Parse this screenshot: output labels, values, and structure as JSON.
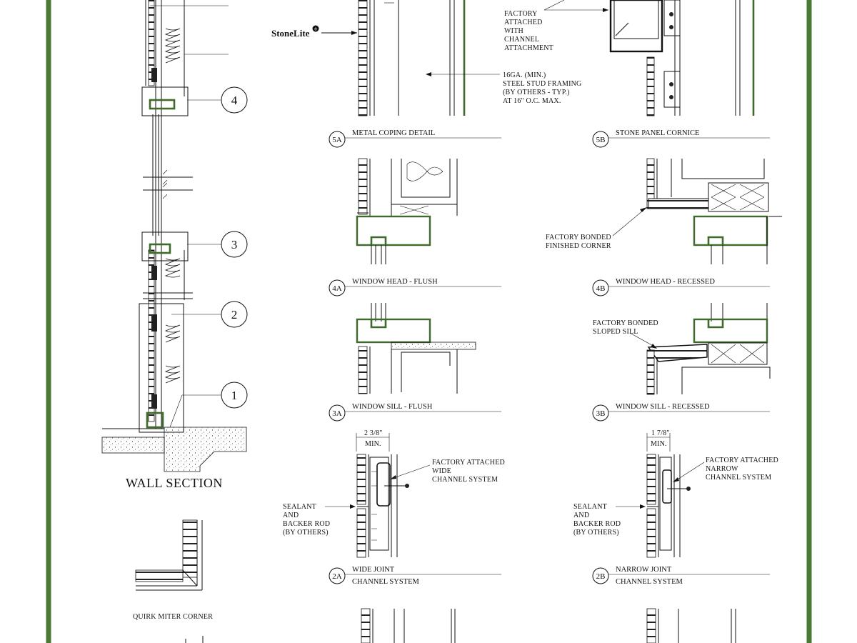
{
  "colors": {
    "frame": "#4a7a34",
    "line": "#111111",
    "panel": "#444444"
  },
  "brand": {
    "name": "StoneLite",
    "mark": "®"
  },
  "wall_section": {
    "title": "WALL SECTION",
    "callouts": [
      "4",
      "3",
      "2",
      "1"
    ]
  },
  "details": {
    "d5a": {
      "tag": "5A",
      "title": "METAL COPING DETAIL"
    },
    "d5b": {
      "tag": "5B",
      "title": "STONE PANEL CORNICE"
    },
    "d4a": {
      "tag": "4A",
      "title": "WINDOW HEAD - FLUSH"
    },
    "d4b": {
      "tag": "4B",
      "title": "WINDOW HEAD - RECESSED"
    },
    "d3a": {
      "tag": "3A",
      "title": "WINDOW SILL - FLUSH"
    },
    "d3b": {
      "tag": "3B",
      "title": "WINDOW SILL - RECESSED"
    },
    "d2a": {
      "tag": "2A",
      "title_line1": "WIDE JOINT",
      "title_line2": "CHANNEL SYSTEM"
    },
    "d2b": {
      "tag": "2B",
      "title_line1": "NARROW JOINT",
      "title_line2": "CHANNEL SYSTEM"
    },
    "quirk": {
      "title": "QUIRK MITER CORNER"
    }
  },
  "notes": {
    "factory_attached_channel": [
      "FACTORY",
      "ATTACHED",
      "WITH",
      "CHANNEL",
      "ATTACHMENT"
    ],
    "stud_framing": [
      "16GA. (MIN.)",
      "STEEL STUD FRAMING",
      "(BY OTHERS - TYP.)",
      "AT 16\" O.C. MAX."
    ],
    "bonded_corner": [
      "FACTORY BONDED",
      "FINISHED CORNER"
    ],
    "bonded_sill": [
      "FACTORY BONDED",
      "SLOPED SILL"
    ],
    "wide_channel": [
      "FACTORY ATTACHED",
      "WIDE",
      "CHANNEL SYSTEM"
    ],
    "narrow_channel": [
      "FACTORY ATTACHED",
      "NARROW",
      "CHANNEL SYSTEM"
    ],
    "sealant_a": [
      "SEALANT",
      "AND",
      "BACKER ROD",
      "(BY OTHERS)"
    ],
    "sealant_b": [
      "SEALANT",
      "AND",
      "BACKER ROD",
      "(BY OTHERS)"
    ]
  },
  "dimensions": {
    "wide": {
      "value": "2 3/8\"",
      "note": "MIN."
    },
    "narrow": {
      "value": "1 7/8\"",
      "note": "MIN."
    }
  }
}
